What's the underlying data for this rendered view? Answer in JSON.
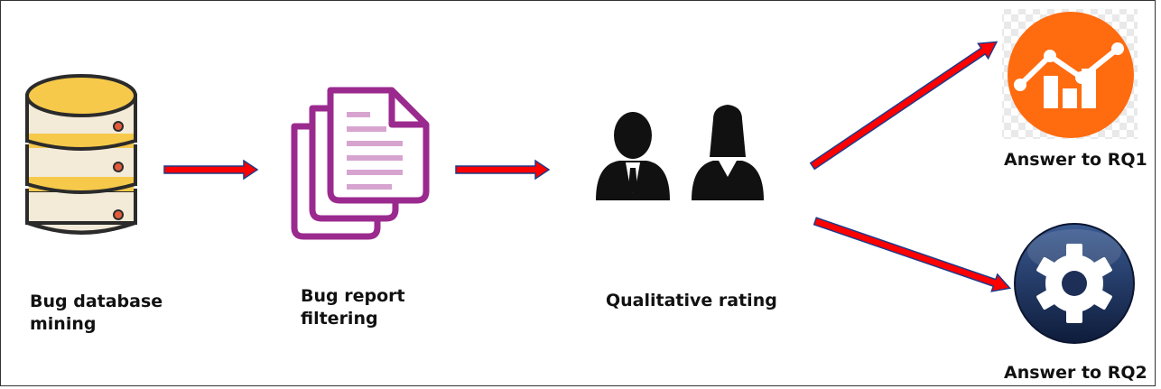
{
  "steps": [
    {
      "label_line1": "Bug database",
      "label_line2": "mining",
      "icon": "database-icon"
    },
    {
      "label_line1": "Bug report",
      "label_line2": "filtering",
      "icon": "documents-icon"
    },
    {
      "label_line1": "Qualitative rating",
      "label_line2": "",
      "icon": "people-icon"
    }
  ],
  "outputs": [
    {
      "label": "Answer to RQ1",
      "icon": "chart-icon",
      "accent": "#ff6b0f"
    },
    {
      "label": "Answer to RQ2",
      "icon": "gear-icon",
      "accent": "#1d2f57"
    }
  ],
  "colors": {
    "arrow_fill": "#ff0000",
    "arrow_edge": "#1f3a8a",
    "database_gold": "#f6c94b",
    "documents_purple": "#9b2a8f",
    "people_black": "#111111"
  }
}
